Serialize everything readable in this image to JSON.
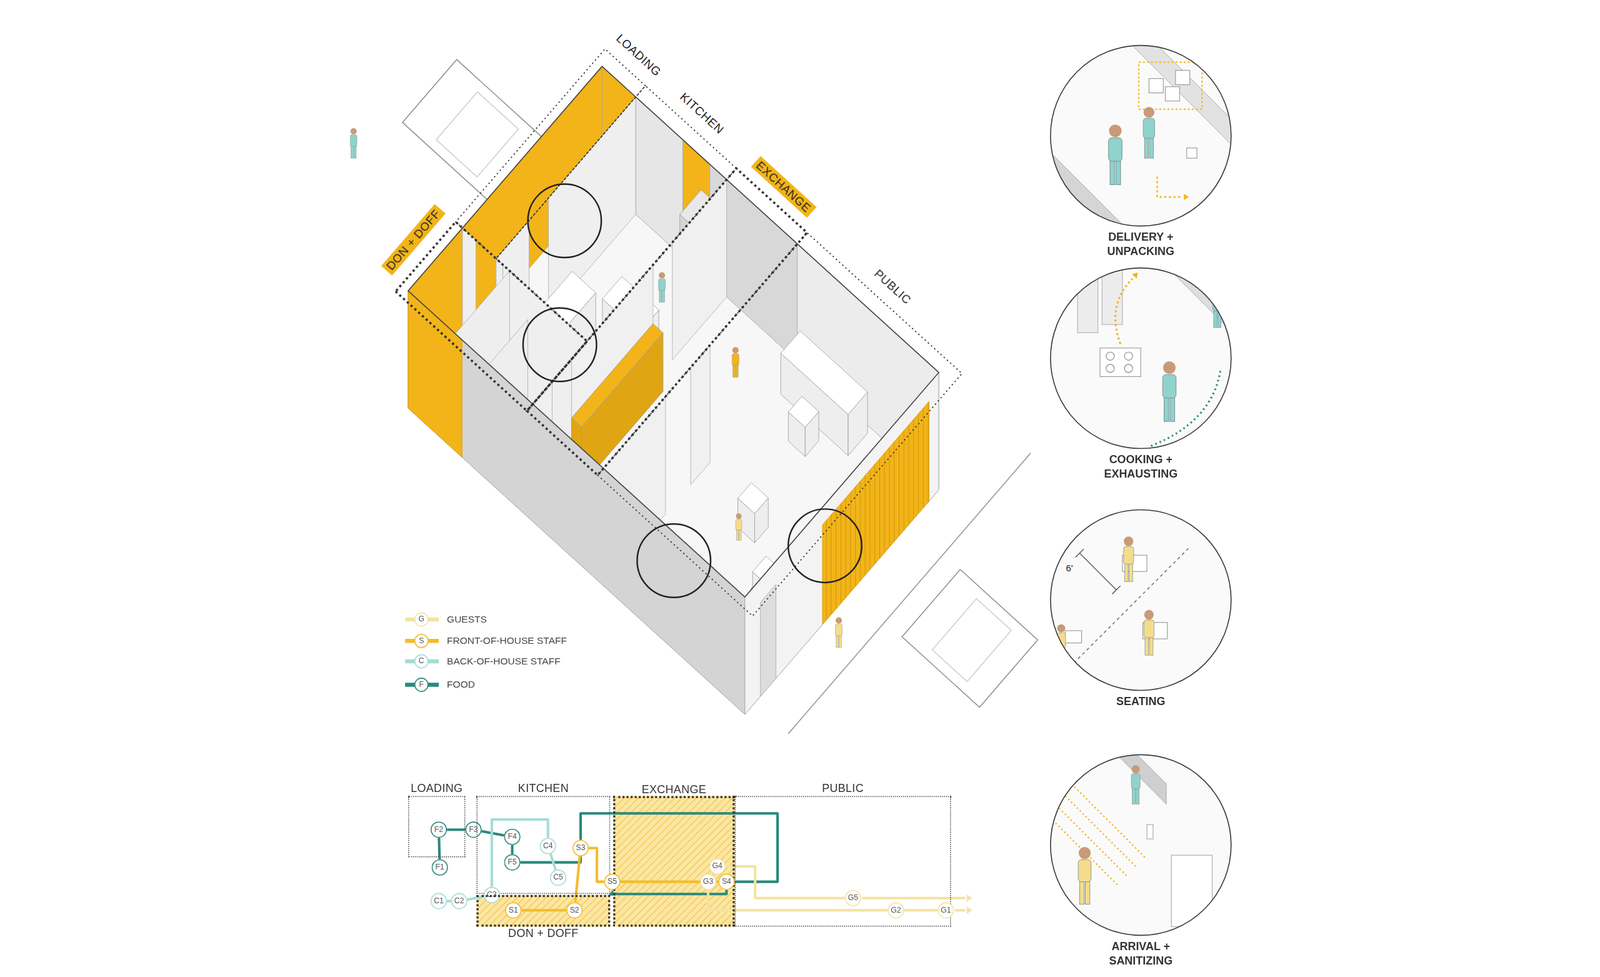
{
  "diagram": {
    "nodes": [
      {
        "text": [
          "DELIVERY + UNPACKING"
        ]
      },
      {
        "text": [
          "COOKING + EXHAUSTING"
        ]
      },
      {
        "text": [
          "SEATING"
        ]
      },
      {
        "text": [
          "ARRIVAL + SANITIZING"
        ]
      },
      {
        "text": [
          "LOADING"
        ]
      },
      {
        "text": [
          "F2"
        ],
        "in": 4
      },
      {
        "text": [
          "F1"
        ]
      },
      {
        "text": [
          "F3"
        ]
      },
      {
        "text": [
          "KITCHEN"
        ]
      },
      {
        "text": [
          "F4"
        ],
        "in": 8
      },
      {
        "text": [
          "F5"
        ],
        "in": 8
      },
      {
        "text": [
          "C4"
        ],
        "in": 8
      },
      {
        "text": [
          "C5"
        ],
        "in": 8
      },
      {
        "text": [
          "S3"
        ],
        "in": 8
      },
      {
        "text": [
          "EXCHANGE"
        ]
      },
      {
        "text": [
          "G4"
        ],
        "in": 14
      },
      {
        "text": [
          "G3"
        ],
        "in": 14
      },
      {
        "text": [
          "S4"
        ],
        "in": 14
      },
      {
        "text": [
          "S5"
        ]
      },
      {
        "text": [
          "PUBLIC"
        ]
      },
      {
        "text": [
          "G5"
        ],
        "in": 19
      },
      {
        "text": [
          "G2"
        ],
        "in": 19
      },
      {
        "text": [
          "G1"
        ],
        "in": 19
      },
      {
        "text": [
          "C1"
        ]
      },
      {
        "text": [
          "C2"
        ]
      },
      {
        "text": [
          "C3"
        ]
      },
      {
        "text": [
          "DON + DOFF"
        ]
      },
      {
        "text": [
          "S1"
        ],
        "in": 26
      },
      {
        "text": [
          "S2"
        ],
        "in": 26
      }
    ],
    "edges": [
      {
        "from": 6,
        "to": 5,
        "arrow": "none"
      },
      {
        "from": 5,
        "to": 7,
        "arrow": "none"
      },
      {
        "from": 7,
        "to": 9,
        "arrow": "none"
      },
      {
        "from": 9,
        "to": 10,
        "arrow": "none"
      },
      {
        "from": 10,
        "to": 13,
        "arrow": "none"
      },
      {
        "from": 13,
        "to": 17,
        "arrow": "none"
      },
      {
        "from": 17,
        "to": 18,
        "arrow": "to"
      },
      {
        "from": 27,
        "to": 28,
        "arrow": "none"
      },
      {
        "from": 28,
        "to": 13,
        "arrow": "none"
      },
      {
        "from": 13,
        "to": 18,
        "arrow": "none"
      },
      {
        "from": 18,
        "to": 17,
        "arrow": "none"
      },
      {
        "from": 16,
        "to": 21,
        "arrow": "none"
      },
      {
        "from": 21,
        "to": 22,
        "arrow": "none"
      },
      {
        "from": 15,
        "to": 20,
        "arrow": "none"
      },
      {
        "from": 23,
        "to": 24,
        "arrow": "none"
      },
      {
        "from": 24,
        "to": 25,
        "arrow": "none"
      },
      {
        "from": 25,
        "to": 11,
        "arrow": "none"
      },
      {
        "from": 11,
        "to": 12,
        "arrow": "none"
      }
    ],
    "labels": [
      "LOADING",
      "KITCHEN",
      "DON + DOFF",
      "EXCHANGE",
      "PUBLIC",
      "G",
      "S",
      "C",
      "F",
      "6'"
    ],
    "legend": [
      {
        "text": "GUESTS",
        "color": "#f4e3a1"
      },
      {
        "text": "FRONT-OF-HOUSE STAFF",
        "color": "#f3bc2b"
      },
      {
        "text": "BACK-OF-HOUSE STAFF",
        "color": "#a6dcd5"
      },
      {
        "text": "FOOD",
        "color": "#2a8a7c"
      }
    ]
  }
}
